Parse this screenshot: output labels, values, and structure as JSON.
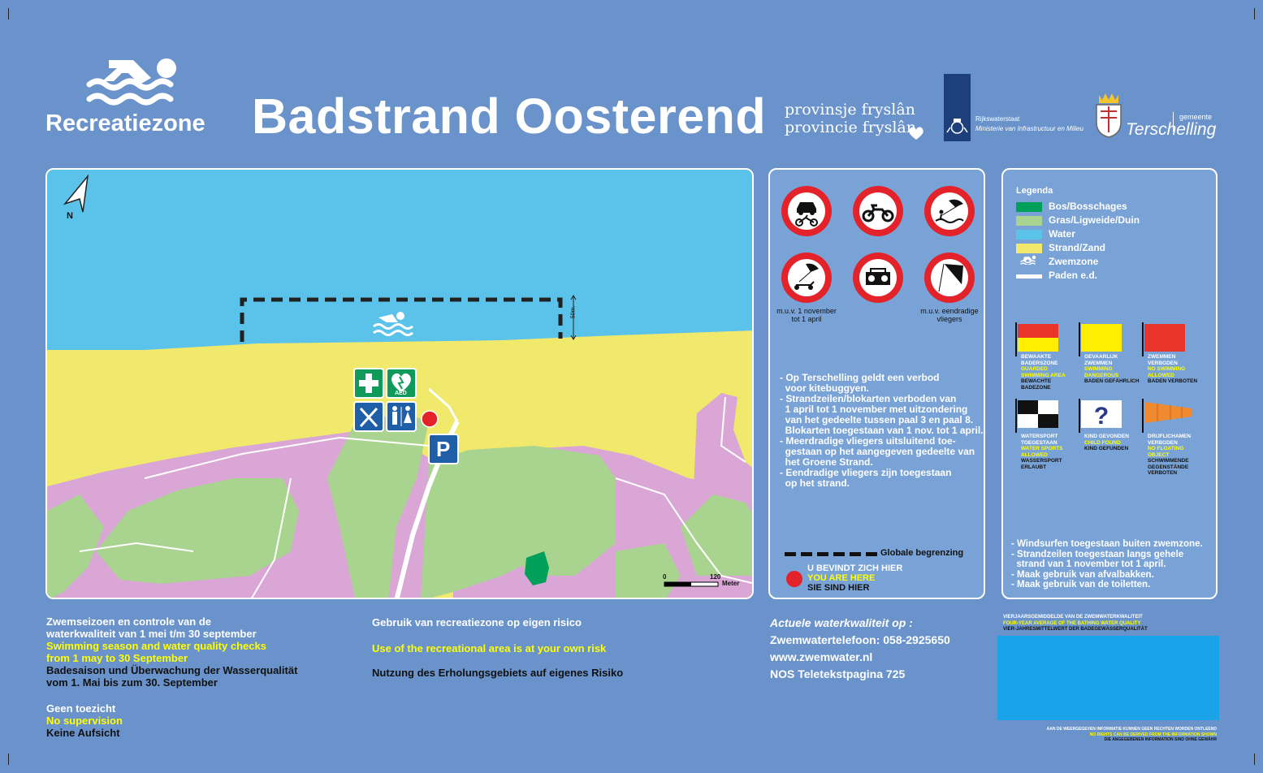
{
  "header": {
    "zone_label": "Recreatiezone",
    "title": "Badstrand Oosterend",
    "provinsje_1": "provinsje fryslân",
    "provinsje_2": "provincie fryslân",
    "rws_name": "Rijkswaterstaat",
    "rws_ministry": "Ministerie van Infrastructuur en Milieu",
    "gemeente_label": "gemeente",
    "gemeente_name": "Terschelling"
  },
  "map": {
    "north_label": "N",
    "distance_label": "50m.",
    "scale_start": "0",
    "scale_end": "120",
    "scale_unit": "Meter",
    "aed_label": "AED",
    "parking_label": "P",
    "colors": {
      "water": "#5bc3ea",
      "sand": "#f0e96c",
      "grass": "#a9d48f",
      "dunes": "#d9a6d6",
      "forest": "#00a05a"
    }
  },
  "prohibitions": {
    "signs": [
      {
        "icon": "no-cars-motorbikes-icon",
        "caption": ""
      },
      {
        "icon": "no-mopeds-icon",
        "caption": ""
      },
      {
        "icon": "no-kitesurfing-icon",
        "caption": ""
      },
      {
        "icon": "no-kite-buggies-icon",
        "caption": "m.u.v. 1 november tot 1 april"
      },
      {
        "icon": "no-radios-icon",
        "caption": ""
      },
      {
        "icon": "no-single-line-kites-icon",
        "caption": "m.u.v. eendradige vliegers"
      }
    ],
    "rules": [
      "- Op Terschelling geldt een verbod",
      "  voor kitebuggyen.",
      "- Strandzeilen/blokarten verboden van",
      "  1 april tot 1 november met uitzondering",
      "  van het gedeelte tussen paal 3 en paal 8.",
      "  Blokarten toegestaan van 1 nov. tot 1 april.",
      "- Meerdradige vliegers uitsluitend toe-",
      "  gestaan op het aangegeven gedeelte van",
      "  het Groene Strand.",
      "- Eendradige vliegers zijn toegestaan",
      "  op het strand."
    ],
    "boundary_label": "Globale begrenzing",
    "here_nl": "U BEVINDT ZICH HIER",
    "here_en": "YOU ARE HERE",
    "here_de": "SIE SIND HIER"
  },
  "legend": {
    "title": "Legenda",
    "items": [
      {
        "label": "Bos/Bosschages",
        "color": "#00a05a"
      },
      {
        "label": "Gras/Ligweide/Duin",
        "color": "#a9d48f"
      },
      {
        "label": "Water",
        "color": "#5bc3ea"
      },
      {
        "label": "Strand/Zand",
        "color": "#f0e96c"
      },
      {
        "label": "Zwemzone",
        "icon": "swimmer-icon"
      },
      {
        "label": "Paden e.d.",
        "color": "#ffffff"
      }
    ],
    "flags": [
      {
        "icon": "flag-red-yellow-icon",
        "nl": "BEWAAKTE BADERSZONE",
        "en": "GUARDED SWIMMING AREA",
        "de": "BEWACHTE BADEZONE"
      },
      {
        "icon": "flag-yellow-icon",
        "nl": "GEVAARLIJK ZWEMMEN",
        "en": "SWIMMING DANGEROUS",
        "de": "BADEN GEFÄHRLICH"
      },
      {
        "icon": "flag-red-icon",
        "nl": "ZWEMMEN VERBODEN",
        "en": "NO SWIMMING ALLOWED",
        "de": "BADEN VERBOTEN"
      },
      {
        "icon": "flag-chequered-icon",
        "nl": "WATERSPORT TOEGESTAAN",
        "en": "WATER SPORTS ALLOWED",
        "de": "WASSERSPORT ERLAUBT"
      },
      {
        "icon": "question-mark-icon",
        "nl": "KIND GEVONDEN",
        "en": "CHILD FOUND",
        "de": "KIND GEFUNDEN"
      },
      {
        "icon": "windsock-icon",
        "nl": "DRIJFLICHAMEN VERBODEN",
        "en": "NO FLOATING OBJECT",
        "de": "SCHWIMMENDE GEGENSTÄNDE VERBOTEN"
      }
    ],
    "notes": [
      "- Windsurfen toegestaan buiten zwemzone.",
      "- Strandzeilen toegestaan langs gehele",
      "  strand van 1 november tot 1 april.",
      "- Maak gebruik van afvalbakken.",
      "- Maak gebruik van de toiletten."
    ]
  },
  "footer": {
    "season_nl_1": "Zwemseizoen en controle van de",
    "season_nl_2": "waterkwaliteit van 1 mei t/m 30 september",
    "season_en_1": "Swimming season and water quality checks",
    "season_en_2": "from 1 may to 30 September",
    "season_de_1": "Badesaison und Überwachung der Wasserqualität",
    "season_de_2": "vom 1. Mai bis zum 30. September",
    "supervision_nl": "Geen toezicht",
    "supervision_en": "No supervision",
    "supervision_de": "Keine Aufsicht",
    "risk_nl": "Gebruik van recreatiezone op eigen risico",
    "risk_en": "Use of the recreational area is at your own risk",
    "risk_de": "Nutzung des Erholungsgebiets auf eigenes Risiko",
    "quality_title": "Actuele waterkwaliteit op :",
    "quality_phone": "Zwemwatertelefoon: 058-2925650",
    "quality_web": "www.zwemwater.nl",
    "quality_teletext": "NOS Teletekstpagina 725",
    "avg_nl": "VIERJAARSGEMIDDELDE VAN DE ZWEMWATERKWALITEIT",
    "avg_en": "FOUR-YEAR AVERAGE OF THE BATHING WATER QUALITY",
    "avg_de": "VIER-JAHRESMITTELWERT DER BADEGEWÄSSERQUALITÄT",
    "disclaimer_nl": "AAN DE WEERGEGEVEN INFORMATIE KUNNEN GEEN RECHTEN WORDEN ONTLEEND",
    "disclaimer_en": "NO RIGHTS CAN BE DERIVED FROM THE INFORMATION SHOWN",
    "disclaimer_de": "DIE ANGEGEBENEN INFORMATION SIND OHNE GEWÄHR",
    "quality_box_color": "#1aa3e8"
  }
}
